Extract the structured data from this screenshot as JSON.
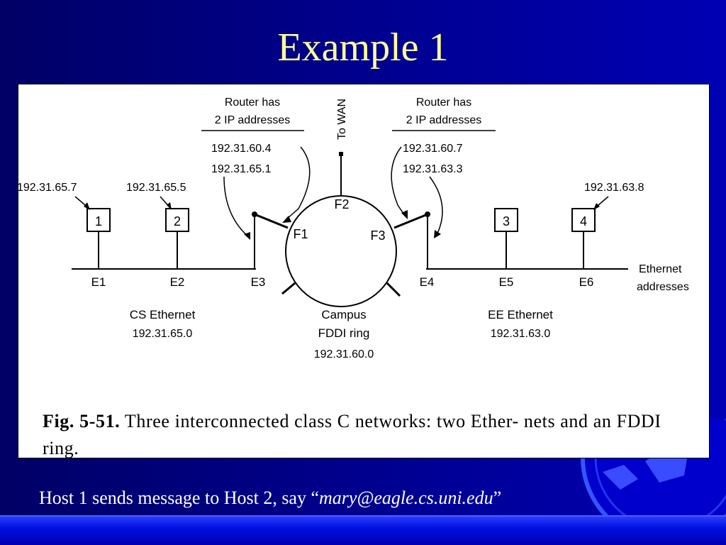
{
  "slide": {
    "title": "Example 1",
    "bottom_text_prefix": "Host 1 sends message to Host 2, say “",
    "bottom_text_address": "mary@eagle.cs.uni.edu",
    "bottom_text_suffix": "”"
  },
  "diagram": {
    "router_left_note_line1": "Router has",
    "router_left_note_line2": "2 IP addresses",
    "router_right_note_line1": "Router has",
    "router_right_note_line2": "2 IP addresses",
    "to_wan": "To WAN",
    "router_left_ip1": "192.31.60.4",
    "router_left_ip2": "192.31.65.1",
    "router_right_ip1": "192.31.60.7",
    "router_right_ip2": "192.31.63.3",
    "host1_ip": "192.31.65.7",
    "host2_ip": "192.31.65.5",
    "host4_ip": "192.31.63.8",
    "hosts": [
      "1",
      "2",
      "3",
      "4"
    ],
    "fddi_nodes": [
      "F2",
      "F1",
      "F3"
    ],
    "ethernet_addresses": [
      "E1",
      "E2",
      "E3",
      "E4",
      "E5",
      "E6"
    ],
    "ethernet_label_line1": "Ethernet",
    "ethernet_label_line2": "addresses",
    "cs_ethernet_name": "CS Ethernet",
    "cs_ethernet_net": "192.31.65.0",
    "campus_line1": "Campus",
    "campus_line2": "FDDI ring",
    "campus_net": "192.31.60.0",
    "ee_ethernet_name": "EE Ethernet",
    "ee_ethernet_net": "192.31.63.0"
  },
  "caption": {
    "lead": "Fig.  5-51.",
    "text": " Three  interconnected  class  C  networks:  two  Ether- nets and an FDDI ring."
  }
}
